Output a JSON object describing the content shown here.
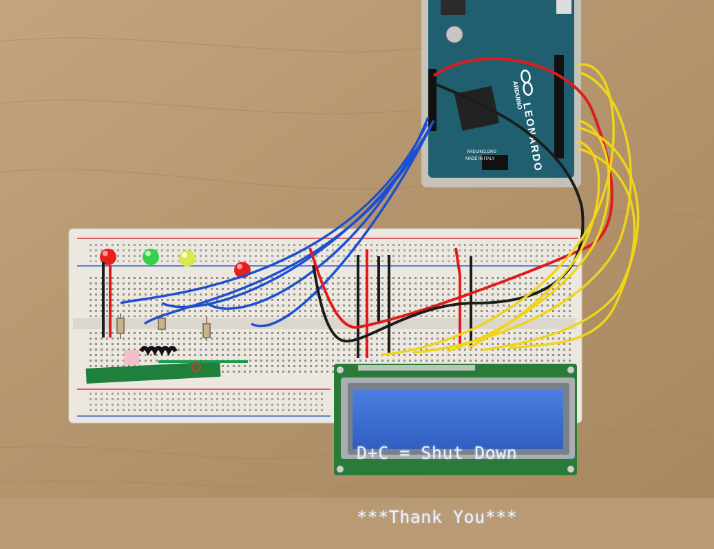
{
  "lcd": {
    "line1": "D+C = Shut Down",
    "line2": "***Thank You***"
  },
  "board": {
    "brand": "ARDUINO",
    "model": "LEONARDO",
    "origin": "MADE IN ITALY",
    "site": "ARDUINO.ORG"
  },
  "colors": {
    "table": "#b89a75",
    "breadboard": "#ece8e0",
    "board_pcb": "#1f5f70",
    "lcd_backlight": "#3c6fd0",
    "lcd_pcb": "#2a7a3a",
    "wire_red": "#e01b1b",
    "wire_black": "#1c1c1c",
    "wire_blue": "#1d4fd0",
    "wire_yellow": "#f0d418",
    "led_red": "#e81e1e",
    "led_green": "#38d04a",
    "led_yellow": "#d9e84a"
  }
}
